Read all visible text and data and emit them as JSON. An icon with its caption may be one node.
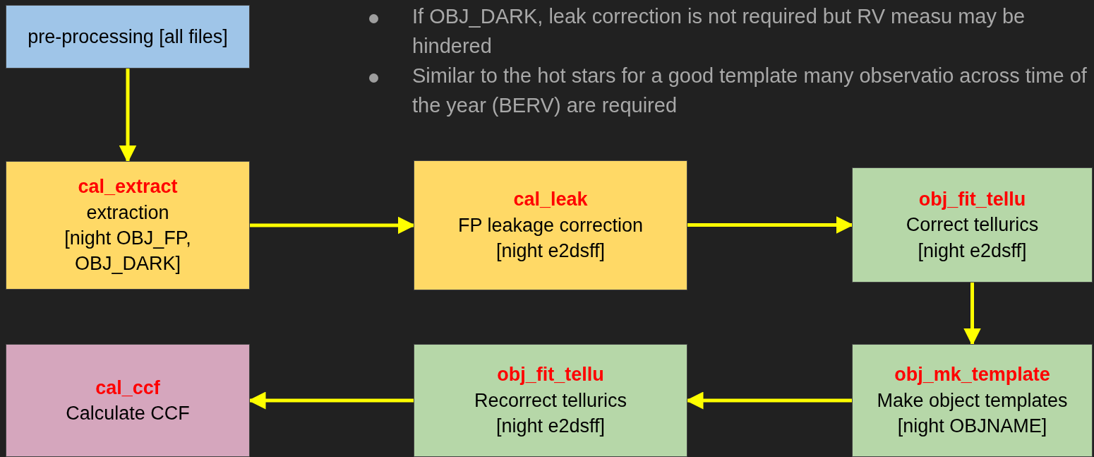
{
  "diagram": {
    "nodes": [
      {
        "text": [
          "pre-processing [all files]"
        ]
      },
      {
        "text": [
          "cal_extract",
          "extraction",
          "[night OBJ_FP, OBJ_DARK]"
        ]
      },
      {
        "text": [
          "cal_leak",
          "FP leakage correction",
          "[night e2dsff]"
        ]
      },
      {
        "text": [
          "obj_fit_tellu",
          "Correct tellurics",
          "[night e2dsff]"
        ]
      },
      {
        "text": [
          "obj_mk_template",
          "Make object templates",
          "[night OBJNAME]"
        ]
      },
      {
        "text": [
          "obj_fit_tellu",
          "Recorrect tellurics",
          "[night e2dsff]"
        ]
      },
      {
        "text": [
          "cal_ccf",
          "Calculate CCF"
        ]
      }
    ],
    "edges": [
      {
        "from": 0,
        "to": 1,
        "arrow": "to"
      },
      {
        "from": 1,
        "to": 2,
        "arrow": "to"
      },
      {
        "from": 2,
        "to": 3,
        "arrow": "to"
      },
      {
        "from": 3,
        "to": 4,
        "arrow": "to"
      },
      {
        "from": 4,
        "to": 5,
        "arrow": "to"
      },
      {
        "from": 5,
        "to": 6,
        "arrow": "to"
      }
    ],
    "labels": [
      "If OBJ_DARK, leak correction is not required but RV measu may be hindered",
      "Similar to the hot stars for a good template many observatio across time of the year (BERV) are required"
    ]
  }
}
